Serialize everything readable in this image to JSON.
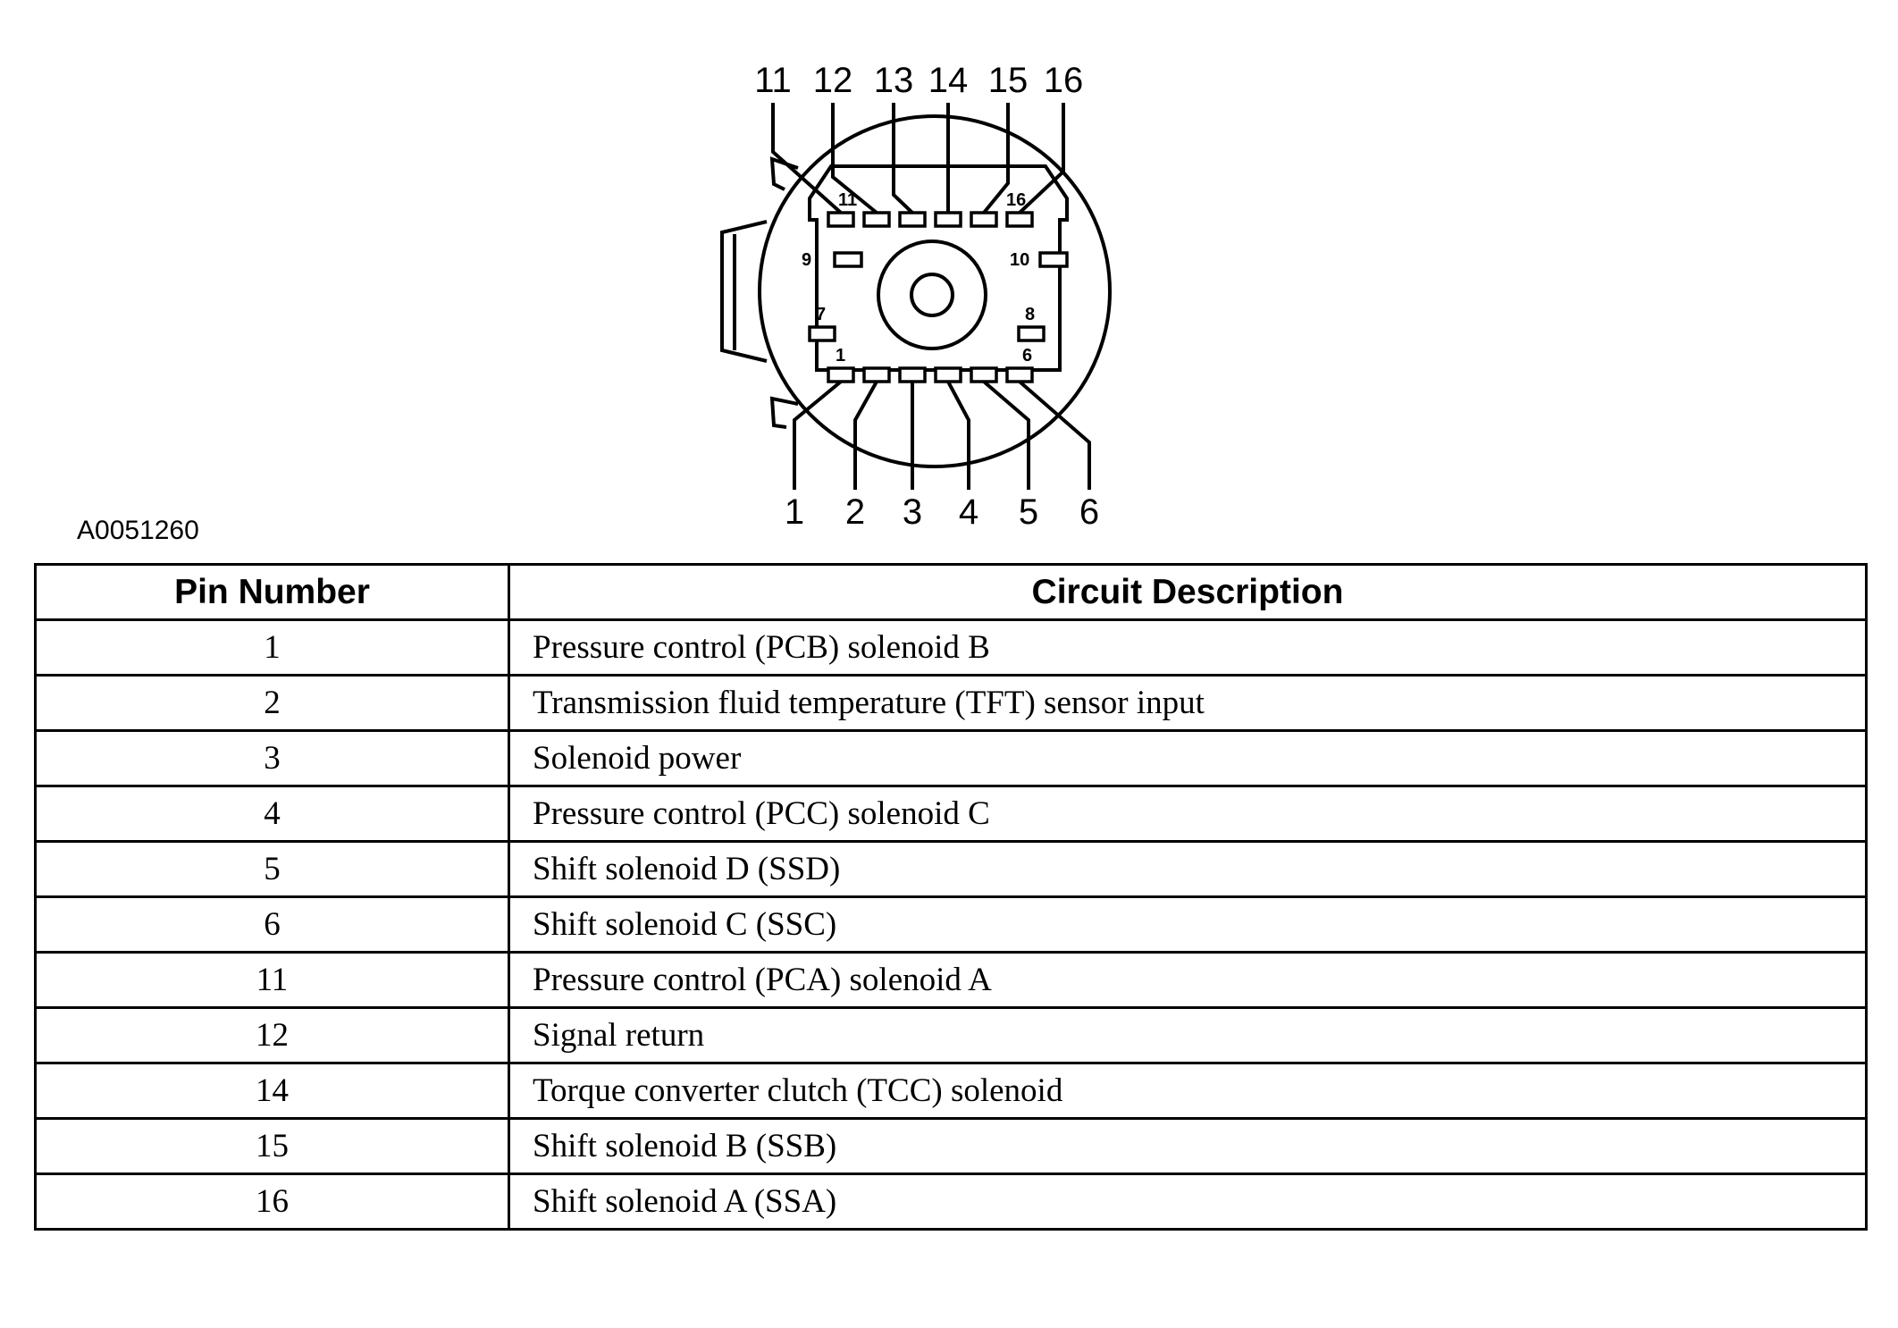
{
  "diagram": {
    "figure_id": "A0051260",
    "top_callouts": [
      "11",
      "12",
      "13",
      "14",
      "15",
      "16"
    ],
    "bottom_callouts": [
      "1",
      "2",
      "3",
      "4",
      "5",
      "6"
    ],
    "inner_labels": {
      "p11": "11",
      "p16": "16",
      "p9": "9",
      "p10": "10",
      "p7": "7",
      "p8": "8",
      "p1": "1",
      "p6": "6"
    }
  },
  "table": {
    "headers": {
      "pin": "Pin Number",
      "desc": "Circuit Description"
    },
    "rows": [
      {
        "pin": "1",
        "desc": "Pressure control (PCB) solenoid B"
      },
      {
        "pin": "2",
        "desc": "Transmission fluid temperature (TFT) sensor input"
      },
      {
        "pin": "3",
        "desc": "Solenoid power"
      },
      {
        "pin": "4",
        "desc": "Pressure control (PCC) solenoid C"
      },
      {
        "pin": "5",
        "desc": "Shift solenoid D (SSD)"
      },
      {
        "pin": "6",
        "desc": "Shift solenoid C (SSC)"
      },
      {
        "pin": "11",
        "desc": "Pressure control (PCA) solenoid A"
      },
      {
        "pin": "12",
        "desc": "Signal return"
      },
      {
        "pin": "14",
        "desc": "Torque converter clutch (TCC) solenoid"
      },
      {
        "pin": "15",
        "desc": "Shift solenoid B (SSB)"
      },
      {
        "pin": "16",
        "desc": "Shift solenoid A (SSA)"
      }
    ]
  }
}
